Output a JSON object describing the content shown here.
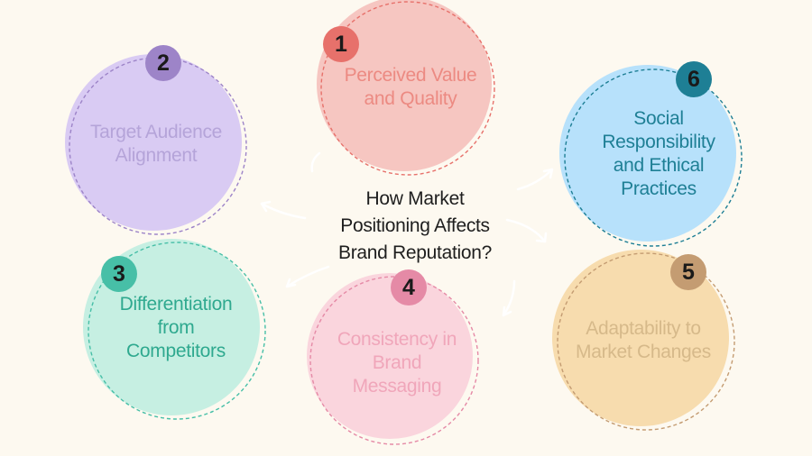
{
  "center": {
    "lines": [
      "How Market",
      "Positioning Affects",
      "Brand Reputation?"
    ]
  },
  "nodes": [
    {
      "number": "1",
      "lines": [
        "Perceived Value",
        "and Quality"
      ],
      "fill": "#f6c6c1",
      "accent": "#e7716b",
      "text_color": "#ec8a82"
    },
    {
      "number": "2",
      "lines": [
        "Target Audience",
        "Alignment"
      ],
      "fill": "#d9cbf3",
      "accent": "#9d84c8",
      "text_color": "#b5a4d9"
    },
    {
      "number": "3",
      "lines": [
        "Differentiation",
        "from",
        "Competitors"
      ],
      "fill": "#c6efe2",
      "accent": "#47bfa7",
      "text_color": "#2fa98f"
    },
    {
      "number": "4",
      "lines": [
        "Consistency in",
        "Brand",
        "Messaging"
      ],
      "fill": "#fad5dd",
      "accent": "#e58aa6",
      "text_color": "#f0a6ba"
    },
    {
      "number": "5",
      "lines": [
        "Adaptability to",
        "Market Changes"
      ],
      "fill": "#f7dcae",
      "accent": "#c49c72",
      "text_color": "#d6b98a"
    },
    {
      "number": "6",
      "lines": [
        "Social",
        "Responsibility",
        "and Ethical",
        "Practices"
      ],
      "fill": "#b7e1fb",
      "accent": "#1e7f95",
      "text_color": "#1e7f95"
    }
  ]
}
